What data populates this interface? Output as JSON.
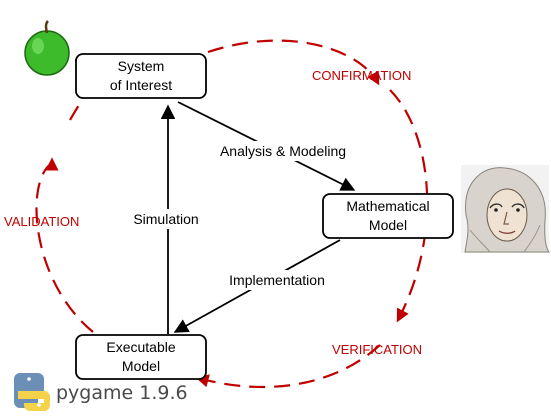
{
  "nodes": {
    "system": {
      "line1": "System",
      "line2": "of Interest"
    },
    "math": {
      "line1": "Mathematical",
      "line2": "Model"
    },
    "exec": {
      "line1": "Executable",
      "line2": "Model"
    }
  },
  "edges": {
    "analysis": "Analysis & Modeling",
    "implementation": "Implementation",
    "simulation": "Simulation"
  },
  "cycle": {
    "confirmation": "CONFIRMATION",
    "verification": "VERIFICATION",
    "validation": "VALIDATION"
  },
  "logo": {
    "text": "pygame 1.9.6"
  },
  "colors": {
    "cycle_red": "#c00000",
    "apple_green": "#3dbb2a"
  }
}
